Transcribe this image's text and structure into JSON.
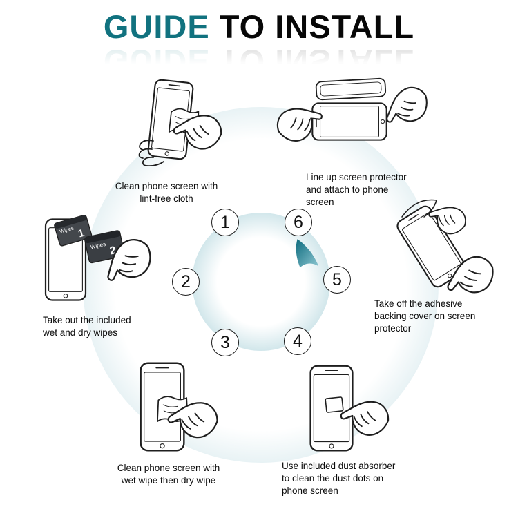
{
  "title": {
    "highlight": "GUIDE",
    "rest": "TO INSTALL"
  },
  "colors": {
    "accent_teal": "#11727f",
    "ring_blue": "#a5cdd6",
    "ink": "#111111"
  },
  "center": {
    "icon": "teal-cursor-arrow"
  },
  "steps": [
    {
      "number": "1",
      "caption": "Clean phone screen with\nlint-free cloth",
      "illustration": "hand-wiping-phone-with-lint-free-cloth"
    },
    {
      "number": "2",
      "caption": "Take out the included\nwet and dry wipes",
      "illustration": "taking-out-wet-and-dry-wipe-packets"
    },
    {
      "number": "3",
      "caption": "Clean phone screen with\nwet wipe then dry wipe",
      "illustration": "hand-wiping-phone-with-wet-wipe"
    },
    {
      "number": "4",
      "caption": "Use included dust absorber\nto clean the dust dots on\nphone screen",
      "illustration": "hand-dabbing-dust-absorber-on-screen"
    },
    {
      "number": "5",
      "caption": "Take off the adhesive\nbacking cover on screen\nprotector",
      "illustration": "hand-peeling-adhesive-backing-cover"
    },
    {
      "number": "6",
      "caption": "Line up screen protector\nand attach to phone\nscreen",
      "illustration": "hands-aligning-screen-protector-on-phone"
    }
  ],
  "wipes_packets": [
    {
      "label": "Wipes",
      "number": "1"
    },
    {
      "label": "Wipes",
      "number": "2"
    }
  ]
}
